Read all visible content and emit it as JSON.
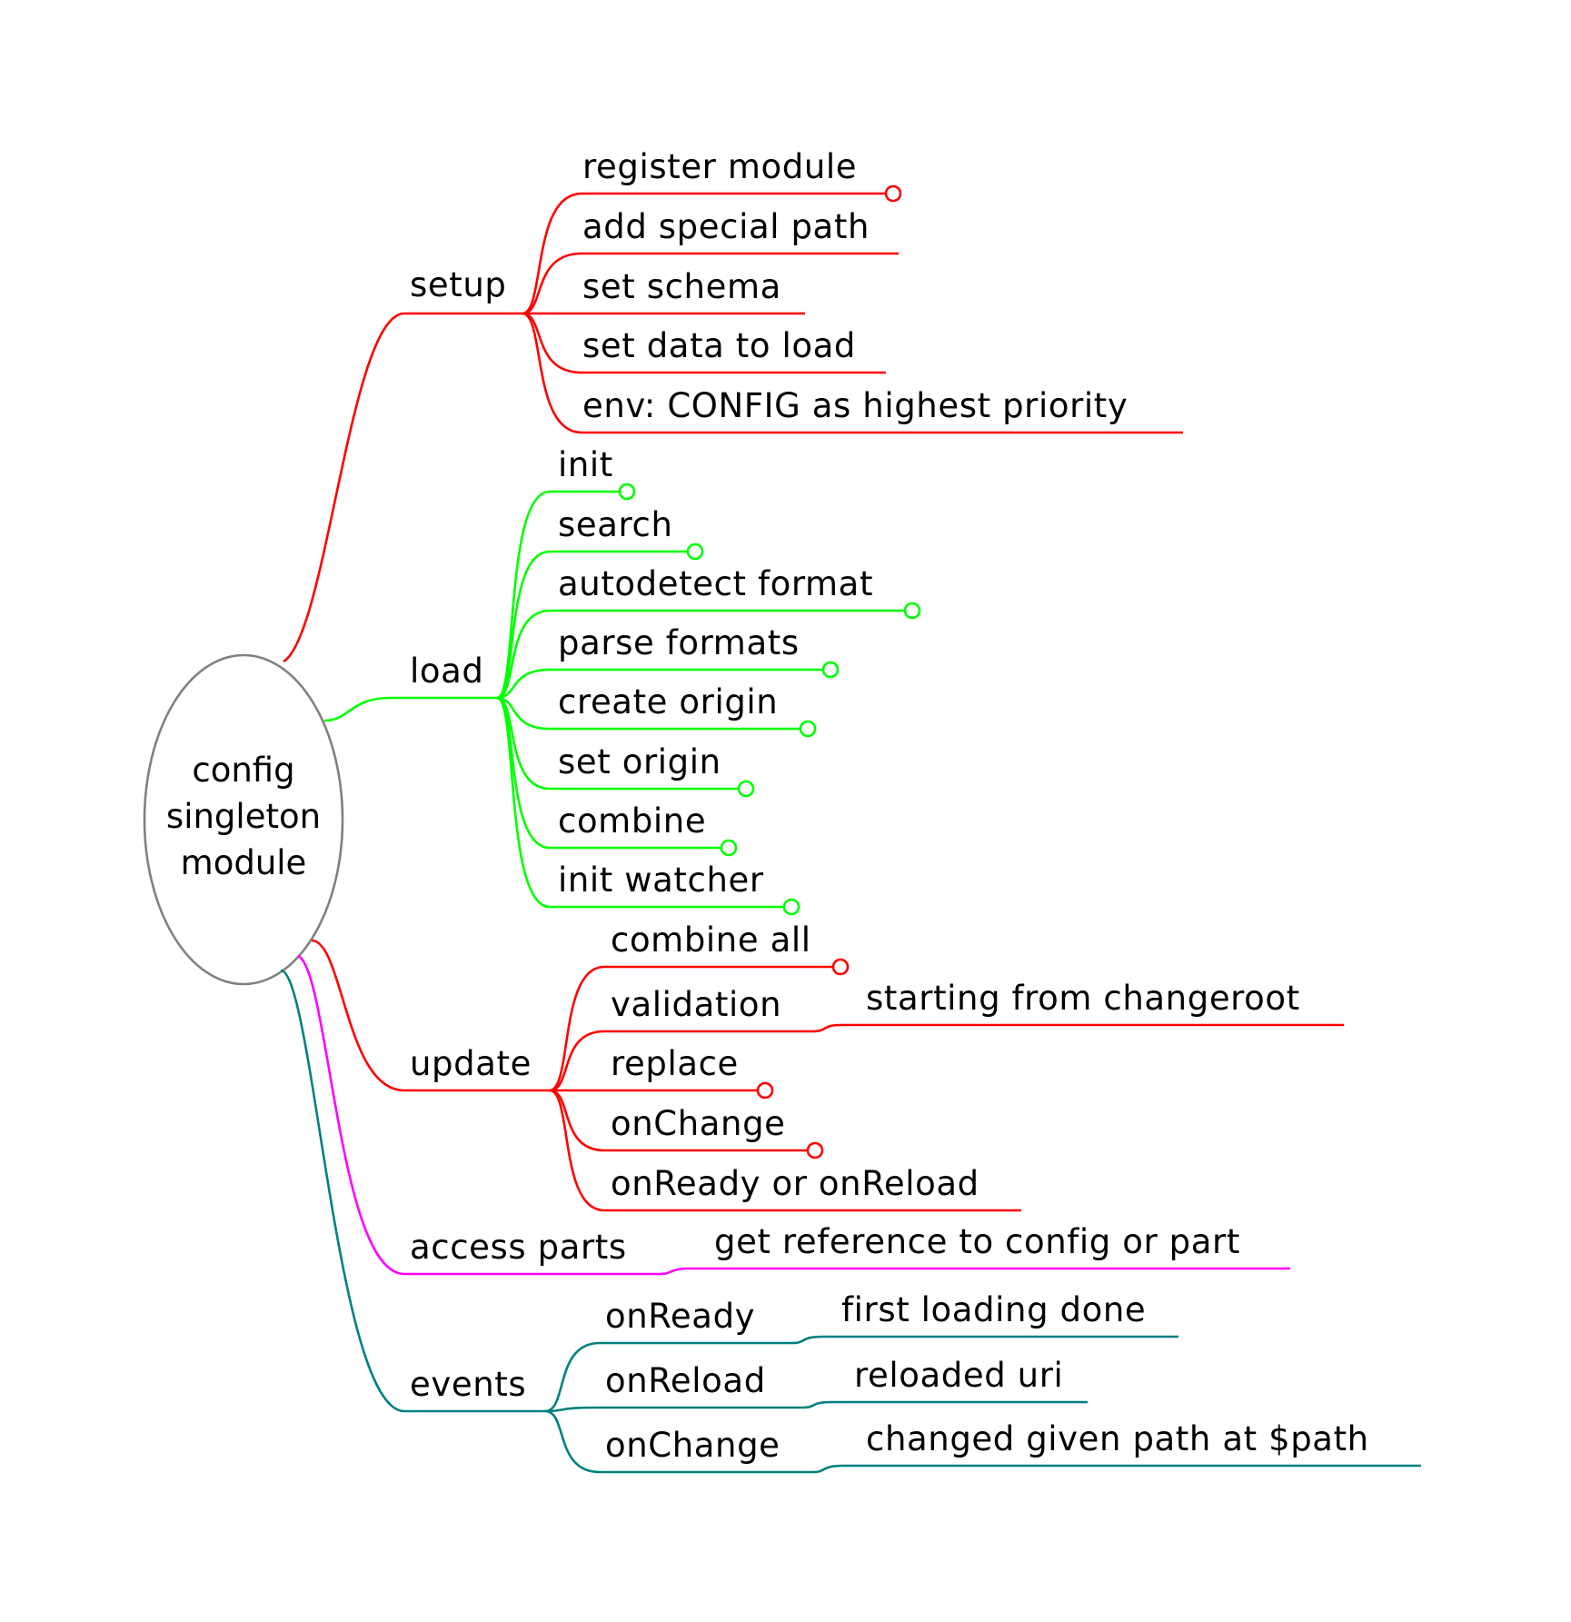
{
  "root": {
    "lines": [
      "config",
      "singleton",
      "module"
    ]
  },
  "colors": {
    "red": "#ff0000",
    "green": "#00ff00",
    "magenta": "#ff00ff",
    "teal": "#008080",
    "root_outline": "#808080"
  },
  "branches": [
    {
      "label": "setup",
      "color": "red",
      "children": [
        {
          "label": "register module",
          "collapsed": true
        },
        {
          "label": "add special path"
        },
        {
          "label": "set schema"
        },
        {
          "label": "set data to load"
        },
        {
          "label": "env: CONFIG as highest priority"
        }
      ]
    },
    {
      "label": "load",
      "color": "green",
      "children": [
        {
          "label": "init",
          "collapsed": true
        },
        {
          "label": "search",
          "collapsed": true
        },
        {
          "label": "autodetect format",
          "collapsed": true
        },
        {
          "label": "parse formats",
          "collapsed": true
        },
        {
          "label": "create origin",
          "collapsed": true
        },
        {
          "label": "set origin",
          "collapsed": true
        },
        {
          "label": "combine",
          "collapsed": true
        },
        {
          "label": "init watcher",
          "collapsed": true
        }
      ]
    },
    {
      "label": "update",
      "color": "red",
      "children": [
        {
          "label": "combine all",
          "collapsed": true
        },
        {
          "label": "validation",
          "children": [
            {
              "label": "starting from changeroot"
            }
          ]
        },
        {
          "label": "replace",
          "collapsed": true
        },
        {
          "label": "onChange",
          "collapsed": true
        },
        {
          "label": "onReady or onReload"
        }
      ]
    },
    {
      "label": "access parts",
      "color": "magenta",
      "children": [
        {
          "label": "get reference to config or part"
        }
      ]
    },
    {
      "label": "events",
      "color": "teal",
      "children": [
        {
          "label": "onReady",
          "children": [
            {
              "label": "first loading done"
            }
          ]
        },
        {
          "label": "onReload",
          "children": [
            {
              "label": "reloaded uri"
            }
          ]
        },
        {
          "label": "onChange",
          "children": [
            {
              "label": "changed given path at $path"
            }
          ]
        }
      ]
    }
  ]
}
